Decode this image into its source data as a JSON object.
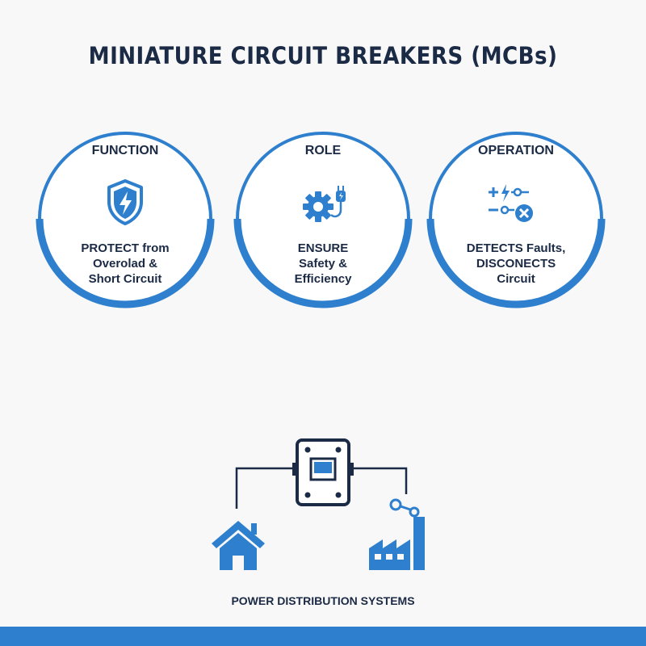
{
  "title": "MINIATURE CIRCUIT BREAKERS (MCBs)",
  "accent_color": "#2e7fcd",
  "text_color": "#1b2a45",
  "cards": [
    {
      "heading": "FUNCTION",
      "icon": "shield-lightning-icon",
      "lines": [
        "PROTECT from",
        "Overolad &",
        "Short Circuit"
      ]
    },
    {
      "heading": "ROLE",
      "icon": "gear-plug-icon",
      "lines": [
        "ENSURE",
        "Safety &",
        "Efficiency"
      ]
    },
    {
      "heading": "OPERATION",
      "icon": "switch-fault-icon",
      "lines": [
        "DETECTS Faults,",
        "DISCONECTS",
        "Circuit"
      ]
    }
  ],
  "diagram": {
    "nodes": [
      "breaker-icon",
      "house-icon",
      "factory-icon"
    ],
    "label": "POWER DISTRIBUTION SYSTEMS"
  }
}
